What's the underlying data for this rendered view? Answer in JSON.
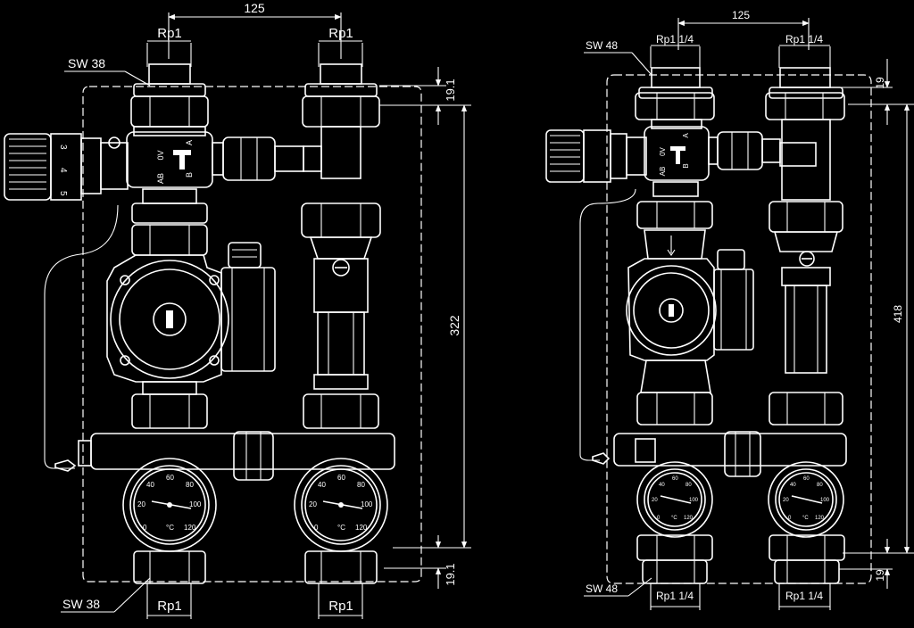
{
  "left_unit": {
    "dim_top": "125",
    "port_top_left": "Rp1",
    "port_top_right": "Rp1",
    "port_bottom_left": "Rp1",
    "port_bottom_right": "Rp1",
    "wrench_top": "SW 38",
    "wrench_bottom": "SW 38",
    "dim_top_offset": "19.1",
    "dim_bottom_offset": "19.1",
    "dim_height": "322",
    "valve_labels": {
      "a": "A",
      "b": "B",
      "ab": "AB",
      "ov": "0V"
    },
    "thermostat_scale": [
      "3",
      "4",
      "5"
    ],
    "gauge_scale": [
      "0",
      "20",
      "40",
      "60",
      "80",
      "100",
      "120"
    ],
    "gauge_unit": "°C"
  },
  "right_unit": {
    "dim_top": "125",
    "port_top_left": "Rp1 1/4",
    "port_top_right": "Rp1 1/4",
    "port_bottom_left": "Rp1 1/4",
    "port_bottom_right": "Rp1 1/4",
    "wrench_top": "SW 48",
    "wrench_bottom": "SW 48",
    "dim_top_offset": "19",
    "dim_bottom_offset": "19",
    "dim_height": "418",
    "valve_labels": {
      "a": "A",
      "b": "B",
      "ab": "AB",
      "ov": "0V"
    },
    "gauge_scale": [
      "0",
      "20",
      "40",
      "60",
      "80",
      "100",
      "120"
    ],
    "gauge_unit": "°C"
  }
}
